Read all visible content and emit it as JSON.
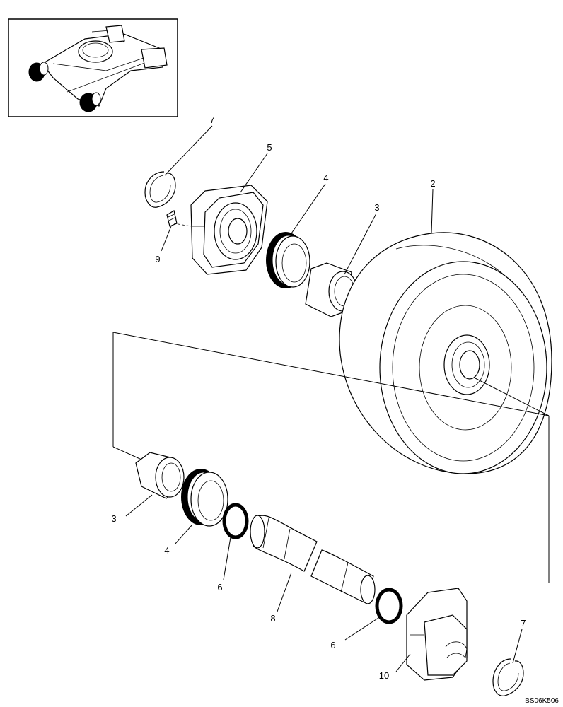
{
  "callouts": {
    "c7_top": "7",
    "c5": "5",
    "c4_top": "4",
    "c3_top": "3",
    "c2": "2",
    "c9": "9",
    "c3_bottom": "3",
    "c4_bottom": "4",
    "c6_left": "6",
    "c8": "8",
    "c6_right": "6",
    "c10": "10",
    "c7_bottom": "7"
  },
  "reference_code": "BS06K506"
}
